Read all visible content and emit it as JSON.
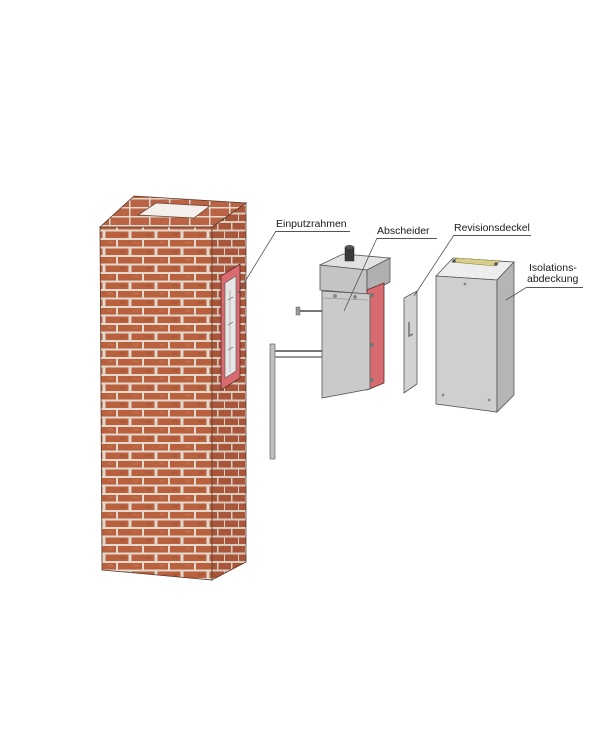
{
  "labels": {
    "einputzrahmen": "Einputzrahmen",
    "abscheider": "Abscheider",
    "revisionsdeckel": "Revisionsdeckel",
    "isolations_line1": "Isolations-",
    "isolations_line2": "abdeckung"
  },
  "colors": {
    "brick": "#b9603f",
    "mortar": "#e3d8cc",
    "frame_red": "#d86b6f",
    "steel": "#c9c9c9",
    "steel_dark": "#a6a6a6",
    "insulation": "#d8cf8a"
  }
}
